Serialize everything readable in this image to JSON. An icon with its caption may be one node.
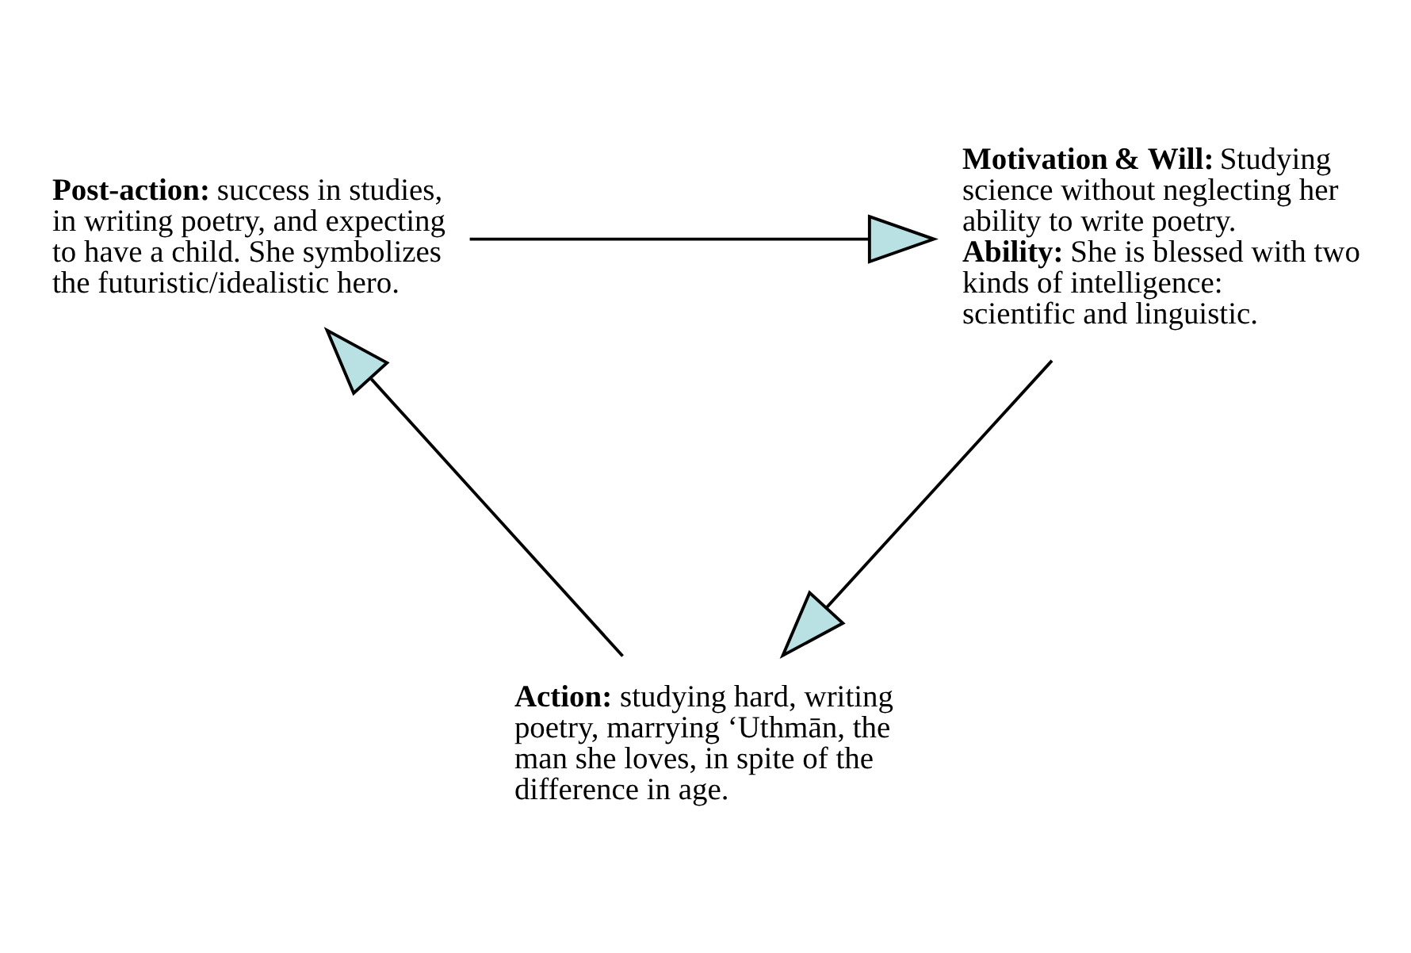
{
  "diagram": {
    "nodes": [
      {
        "text": [
          "**Post-action:** success in studies, in writing poetry, and expecting to have a child. She symbolizes the futuristic/idealistic hero."
        ]
      },
      {
        "text": [
          "**Motivation & Will:** Studying science without neglecting her ability to write poetry.",
          "**Ability:** She is blessed with two kinds of intelligence: scientific and linguistic."
        ]
      },
      {
        "text": [
          "**Action:** studying hard, writing poetry, marrying ‘Uthmān, the man she loves, in spite of the difference in age."
        ]
      }
    ],
    "edges": [
      {
        "from": 0,
        "to": 1,
        "arrow": "to"
      },
      {
        "from": 1,
        "to": 2,
        "arrow": "to"
      },
      {
        "from": 2,
        "to": 0,
        "arrow": "to"
      }
    ]
  }
}
